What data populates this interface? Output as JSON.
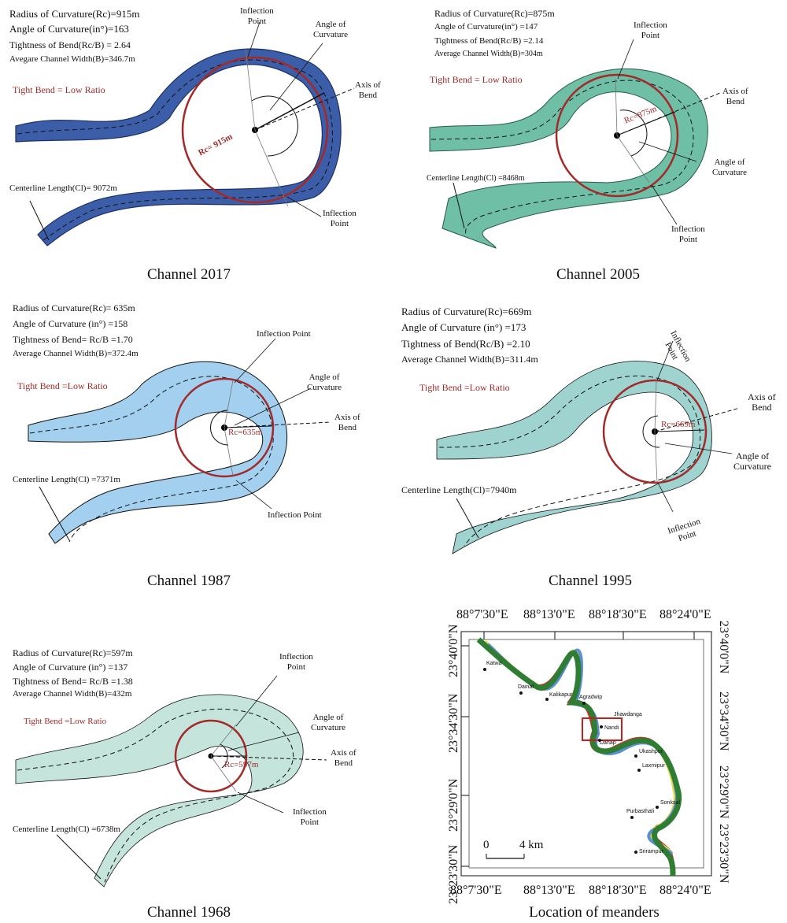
{
  "panels": {
    "p2017": {
      "caption": "Channel 2017",
      "stats": [
        "Radius of Curvature(Rc)=915m",
        "Angle of Curvature(in°)=163",
        "Tightness of Bend(Rc/B) = 2.64",
        "Avegare Channel Width(B)=346.7m"
      ],
      "tight_bend": "Tight Bend = Low Ratio",
      "centerline": "Centerline Length(Cl)= 9072m",
      "rc_label": "Rc= 915m",
      "inflection_top": "Inflection\nPoint",
      "inflection_bottom": "Inflection\nPoint",
      "angle": "Angle of\nCurvature",
      "axis": "Axis of\nBend",
      "fill": "#3c5ea8"
    },
    "p2005": {
      "caption": "Channel 2005",
      "stats": [
        "Radius of Curvature(Rc)=875m",
        "Angle of Curvature(in°) =147",
        "Tightness of Bend(Rc/B) =2.14",
        "Average Channel Width(B)=304m"
      ],
      "tight_bend": "Tight Bend = Low Ratio",
      "centerline": "Centerline Length(Cl) =8468m",
      "rc_label": "Rc=875m",
      "inflection_top": "Inflection\nPoint",
      "inflection_bottom": "Inflection\nPoint",
      "angle": "Angle of\nCurvature",
      "axis": "Axis of\nBend",
      "fill": "#6fbea6"
    },
    "p1987": {
      "caption": "Channel 1987",
      "stats": [
        "Radius of Curvature(Rc)= 635m",
        "Angle of Curvature (in°) =158",
        "Tightness of Bend= Rc/B =1.70",
        "Average Channel Width(B)=372.4m"
      ],
      "tight_bend": "Tight Bend =Low Ratio",
      "centerline": "Centerline Length(Cl) =7371m",
      "rc_label": "Rc=635m",
      "inflection_top": "Inflection Point",
      "inflection_bottom": "Inflection Point",
      "angle": "Angle of\nCurvature",
      "axis": "Axis of\nBend",
      "fill": "#a3d0ee"
    },
    "p1995": {
      "caption": "Channel 1995",
      "stats": [
        "Radius of Curvature(Rc)=669m",
        "Angle of  Curvature (in°) =173",
        "Tightness of Bend(Rc/B) =2.10",
        "Average Channel Width(B)=311.4m"
      ],
      "tight_bend": "Tight Bend =Low Ratio",
      "centerline": "Centerline Length(Cl)=7940m",
      "rc_label": "Rc=669m",
      "inflection_top": "Inflection\nPoint",
      "inflection_bottom": "Inflection\nPoint",
      "angle": "Angle of\nCurvature",
      "axis": "Axis of\nBend",
      "fill": "#9fd3cf"
    },
    "p1968": {
      "caption": "Channel 1968",
      "stats": [
        "Radius of Curvature(Rc)=597m",
        "Angle of Curvature (in°) =137",
        "Tightness of Bend= Rc/B =1.38",
        "Average Channel Width(B)=432m"
      ],
      "tight_bend": "Tight Bend =Low Ratio",
      "centerline": "Centerline Length(Cl) =6738m",
      "rc_label": "Rc=597m",
      "inflection_top": "Inflection\nPoint",
      "inflection_bottom": "Inflection\nPoint",
      "angle": "Angle of\nCurvature",
      "axis": "Axis of\nBend",
      "fill": "#c4e4dc"
    }
  },
  "map": {
    "caption": "Location of meanders",
    "lon_labels": [
      "88°7'30\"E",
      "88°13'0\"E",
      "88°18'30\"E",
      "88°24'0\"E"
    ],
    "lat_labels": [
      "23°40'0\"N",
      "23°34'30\"N",
      "23°29'0\"N",
      "23°23'30\"N"
    ],
    "scale_labels": [
      "0",
      "4 km"
    ],
    "towns": [
      "Katwa",
      "Dainat",
      "Kalikapur",
      "Agradwip",
      "Jhawdanga",
      "Nandi",
      "Dahap",
      "Ukashpur",
      "Laxmipur",
      "Purbasthali",
      "Sonksal",
      "Srirampur"
    ]
  }
}
